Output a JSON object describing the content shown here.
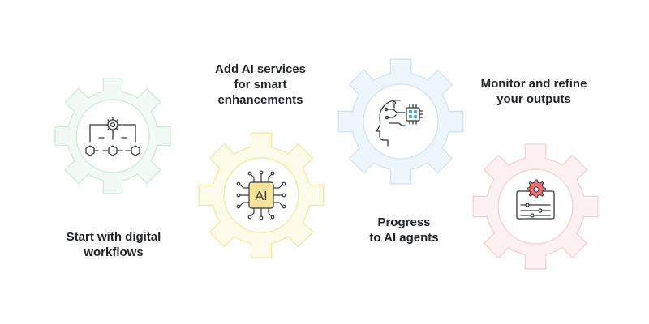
{
  "steps": [
    {
      "caption_lines": [
        "Start with digital",
        "workflows"
      ],
      "icon": "workflow-icon",
      "colors": {
        "fill": "#f1faf4",
        "stroke": "#c8ebd3",
        "icon": "#333a40",
        "accent": "#6c8f7a"
      }
    },
    {
      "caption_lines": [
        "Add AI services",
        "for smart",
        "enhancements"
      ],
      "icon": "ai-chip-icon",
      "icon_text": "AI",
      "colors": {
        "fill": "#fffbea",
        "stroke": "#f6e59a",
        "icon": "#333a40",
        "accent": "#f3d56a"
      }
    },
    {
      "caption_lines": [
        "Progress",
        "to AI agents"
      ],
      "icon": "ai-agent-head-icon",
      "colors": {
        "fill": "#eef6fd",
        "stroke": "#cde3f5",
        "icon": "#333a40",
        "accent": "#5aa9e6"
      }
    },
    {
      "caption_lines": [
        "Monitor and refine",
        "your outputs"
      ],
      "icon": "settings-sliders-icon",
      "colors": {
        "fill": "#fdf1f1",
        "stroke": "#f5cdcd",
        "icon": "#333a40",
        "accent": "#ec6f6f"
      }
    }
  ]
}
